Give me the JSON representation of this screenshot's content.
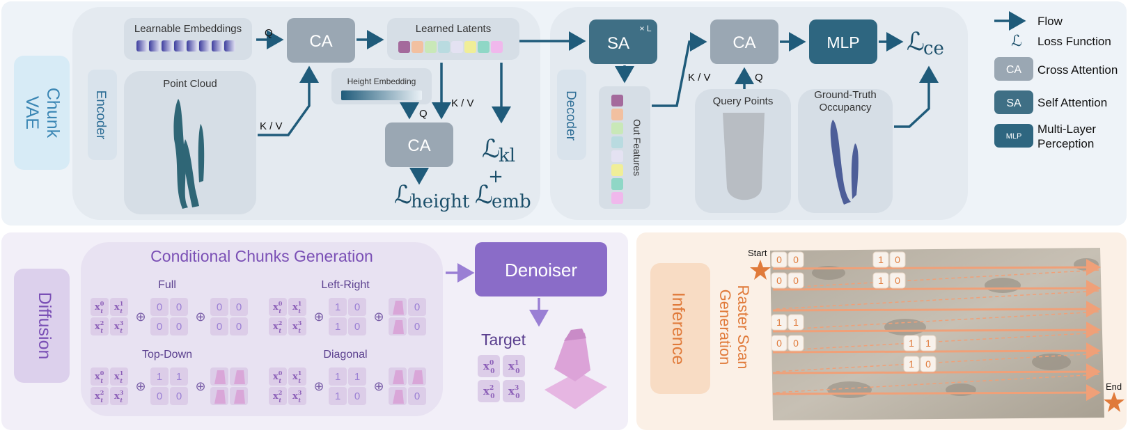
{
  "colors": {
    "flow": "#1f5b7a",
    "ca": "#9aa7b3",
    "sa": "#3f6f85",
    "mlp": "#2e6680",
    "diffusion": "#7a4fb5",
    "denoiser": "#8a6cc8",
    "inference": "#e07a3a"
  },
  "vae": {
    "section_label_1": "Chunk",
    "section_label_2": "VAE",
    "encoder_label": "Encoder",
    "decoder_label": "Decoder",
    "learnable_embeddings": "Learnable Embeddings",
    "learned_latents": "Learned Latents",
    "point_cloud": "Point Cloud",
    "height_embedding": "Height Embedding",
    "out_features": "Out Features",
    "query_points": "Query Points",
    "gt_occupancy_1": "Ground-Truth",
    "gt_occupancy_2": "Occupancy",
    "q": "Q",
    "kv": "K / V",
    "ca": "CA",
    "sa": "SA",
    "sa_repeat": "× L",
    "mlp": "MLP",
    "loss_symbol": "ℒ",
    "loss_height_sub": "height",
    "loss_kl_sub": "kl",
    "loss_plus": "+",
    "loss_emb_sub": "emb",
    "loss_ce_sub": "ce"
  },
  "legend": {
    "flow": "Flow",
    "loss": "Loss Function",
    "ca_box": "CA",
    "ca": "Cross Attention",
    "sa_box": "SA",
    "sa": "Self Attention",
    "mlp_box": "MLP",
    "mlp_1": "Multi-Layer",
    "mlp_2": "Perception"
  },
  "diffusion": {
    "section_label": "Diffusion",
    "title": "Conditional Chunks Generation",
    "denoiser": "Denoiser",
    "target": "Target",
    "oplus": "⊕",
    "cases": [
      {
        "name": "Full",
        "mask": [
          "0",
          "0",
          "0",
          "0"
        ],
        "cond": [
          "0",
          "0",
          "0",
          "0"
        ]
      },
      {
        "name": "Left-Right",
        "mask": [
          "1",
          "0",
          "1",
          "0"
        ],
        "cond": [
          "",
          "0",
          "",
          "0"
        ]
      },
      {
        "name": "Top-Down",
        "mask": [
          "1",
          "1",
          "0",
          "0"
        ],
        "cond": [
          "",
          "",
          "",
          ""
        ]
      },
      {
        "name": "Diagonal",
        "mask": [
          "1",
          "1",
          "1",
          "0"
        ],
        "cond": [
          "",
          "",
          "",
          "0"
        ]
      }
    ]
  },
  "inference": {
    "section_label": "Inference",
    "title_1": "Raster Scan",
    "title_2": "Generation",
    "start": "Start",
    "end": "End",
    "masks": [
      [
        "0",
        "0",
        "0",
        "0"
      ],
      [
        "1",
        "0",
        "1",
        "0"
      ],
      [
        "1",
        "1",
        "0",
        "0"
      ],
      [
        "1",
        "1",
        "1",
        "0"
      ]
    ]
  }
}
